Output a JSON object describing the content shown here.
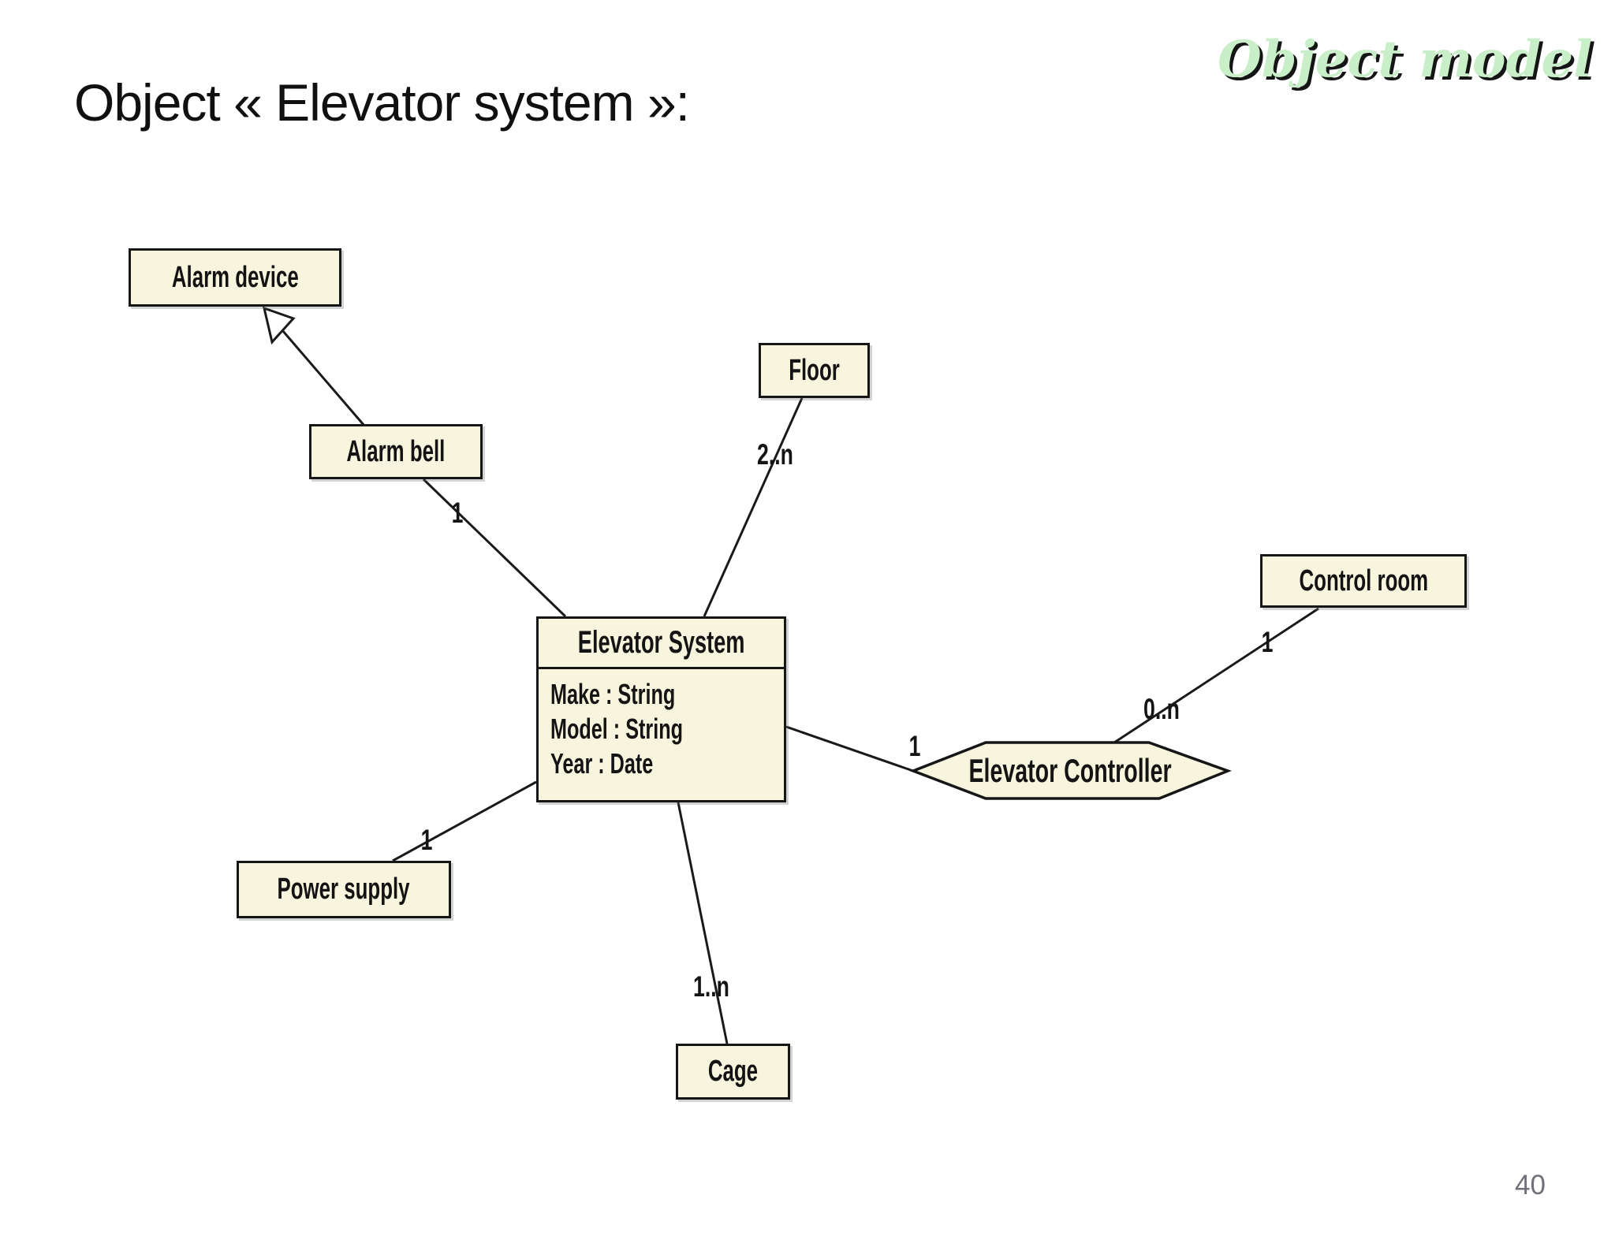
{
  "slide": {
    "title": "Object « Elevator system »:",
    "corner_title": "Object model",
    "page_number": "40",
    "colors": {
      "node_fill": "#f8f5de",
      "node_border": "#161616",
      "corner_title_fill": "#c9efc9",
      "corner_title_shadow": "#151515",
      "page_number": "#70707a",
      "line": "#1a1a1a"
    }
  },
  "diagram": {
    "nodes": {
      "alarm_device": {
        "label": "Alarm device"
      },
      "alarm_bell": {
        "label": "Alarm bell"
      },
      "floor": {
        "label": "Floor"
      },
      "control_room": {
        "label": "Control room"
      },
      "power_supply": {
        "label": "Power supply"
      },
      "cage": {
        "label": "Cage"
      },
      "elevator_controller": {
        "label": "Elevator Controller"
      },
      "elevator_system": {
        "title": "Elevator System",
        "attributes": [
          "Make : String",
          "Model : String",
          "Year : Date"
        ]
      }
    },
    "multiplicities": {
      "alarm_bell": "1",
      "floor": "2..n",
      "controller": "1",
      "controller_instances": "0..n",
      "control_room": "1",
      "power_supply": "1",
      "cage": "1..n"
    }
  }
}
